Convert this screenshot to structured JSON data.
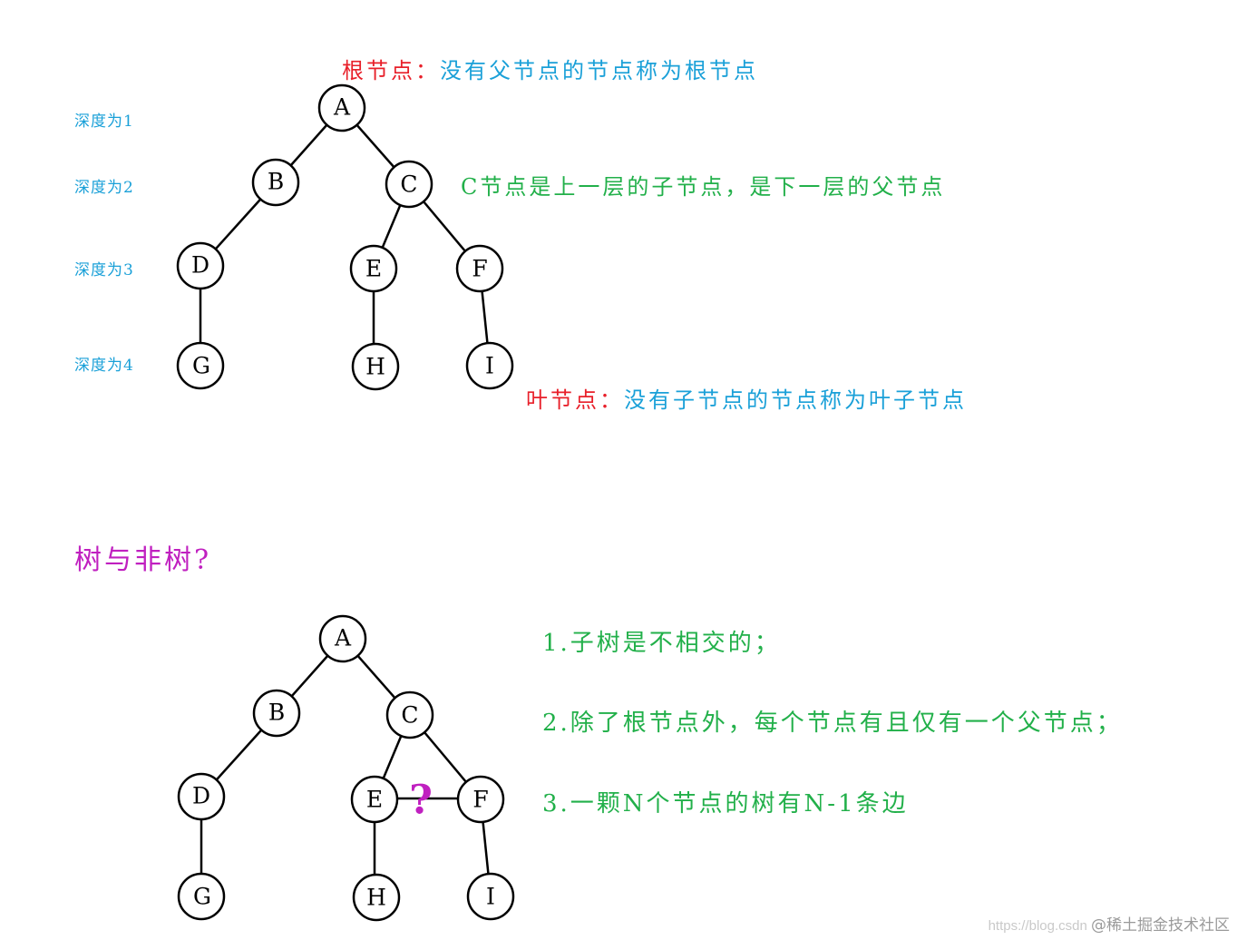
{
  "diagram1": {
    "root_label": "根节点：",
    "root_desc": "没有父节点的节点称为根节点",
    "c_desc": "C节点是上一层的子节点，是下一层的父节点",
    "leaf_label": "叶节点：",
    "leaf_desc": "没有子节点的节点称为叶子节点",
    "depths": [
      "深度为1",
      "深度为2",
      "深度为3",
      "深度为4"
    ],
    "nodes": [
      "A",
      "B",
      "C",
      "D",
      "E",
      "F",
      "G",
      "H",
      "I"
    ]
  },
  "section2": {
    "title": "树与非树?",
    "rules": [
      "1.子树是不相交的；",
      "2.除了根节点外，每个节点有且仅有一个父节点；",
      "3.一颗N个节点的树有N-1条边"
    ],
    "question_mark": "?",
    "nodes": [
      "A",
      "B",
      "C",
      "D",
      "E",
      "F",
      "G",
      "H",
      "I"
    ]
  },
  "watermark": {
    "url": "https://blog.csdn",
    "brand": "@稀土掘金技术社区"
  }
}
